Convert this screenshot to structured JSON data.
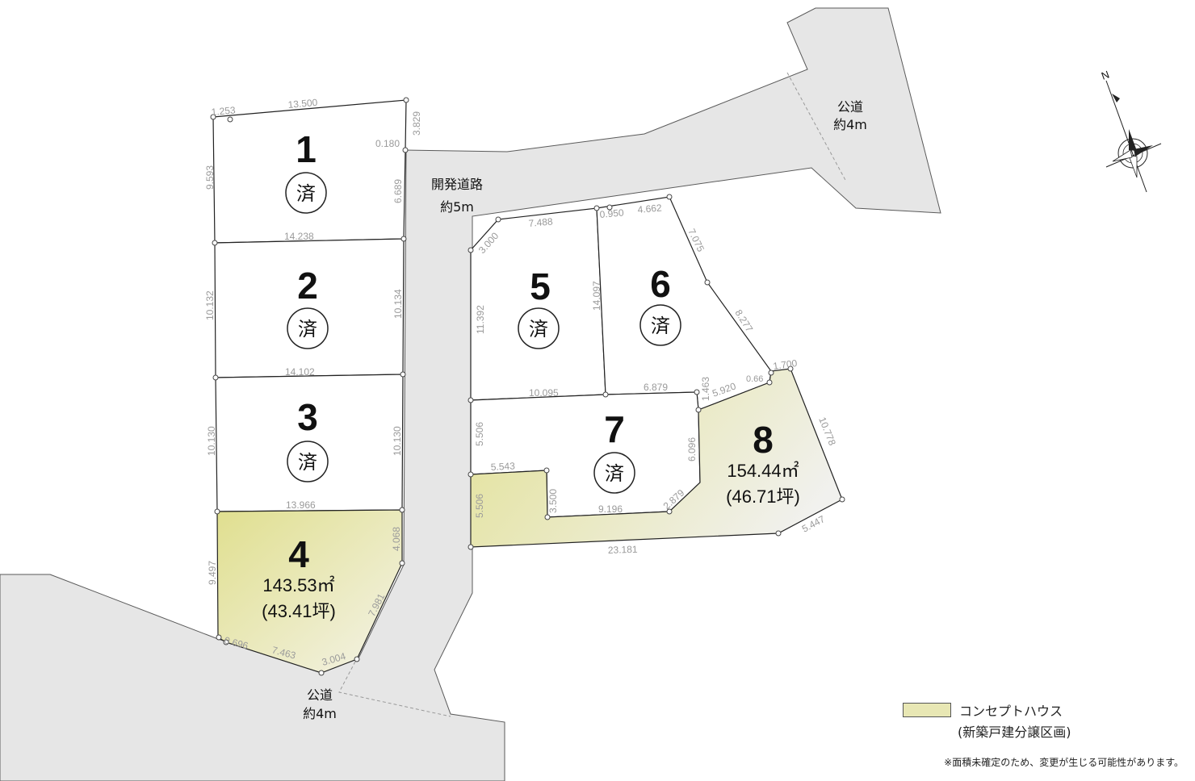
{
  "roads": {
    "development_road": {
      "name": "開発道路",
      "width": "約5m"
    },
    "public_road_south": {
      "name": "公道",
      "width": "約4m"
    },
    "public_road_northeast": {
      "name": "公道",
      "width": "約4m"
    }
  },
  "compass": {
    "north_label": "N"
  },
  "lots": [
    {
      "number": "1",
      "status": "済"
    },
    {
      "number": "2",
      "status": "済"
    },
    {
      "number": "3",
      "status": "済"
    },
    {
      "number": "4",
      "status": "",
      "area_m2": "143.53㎡",
      "area_tsubo": "(43.41坪)"
    },
    {
      "number": "5",
      "status": "済"
    },
    {
      "number": "6",
      "status": "済"
    },
    {
      "number": "7",
      "status": "済"
    },
    {
      "number": "8",
      "status": "",
      "area_m2": "154.44㎡",
      "area_tsubo": "(46.71坪)"
    }
  ],
  "dimensions": {
    "lot1": [
      "1.253",
      "13.500",
      "3.829",
      "0.180",
      "9.593",
      "6.689",
      "14.238"
    ],
    "lot2": [
      "10.132",
      "10.134",
      "14.102"
    ],
    "lot3": [
      "10.130",
      "10.130",
      "13.966"
    ],
    "lot4": [
      "9.497",
      "4.068",
      "7.981",
      "0.696",
      "7.463",
      "3.004"
    ],
    "lot5": [
      "3.000",
      "7.488",
      "11.392",
      "14.097",
      "10.095"
    ],
    "lot6": [
      "0.950",
      "4.662",
      "7.075",
      "8.277",
      "6.879",
      "1.463",
      "0.66",
      "1.700",
      "5.920"
    ],
    "lot7": [
      "5.506",
      "5.543",
      "3.500",
      "9.196",
      "2.879",
      "6.096"
    ],
    "lot8": [
      "10.778",
      "5.447",
      "23.181",
      "5.506"
    ]
  },
  "legend": {
    "label": "コンセプトハウス",
    "sublabel": "(新築戸建分譲区画)",
    "color": "#e8e7b4"
  },
  "note": "※面積未確定のため、変更が生じる可能性があります。",
  "colors": {
    "concept_house": "#e2df93",
    "road": "#e6e6e6"
  }
}
